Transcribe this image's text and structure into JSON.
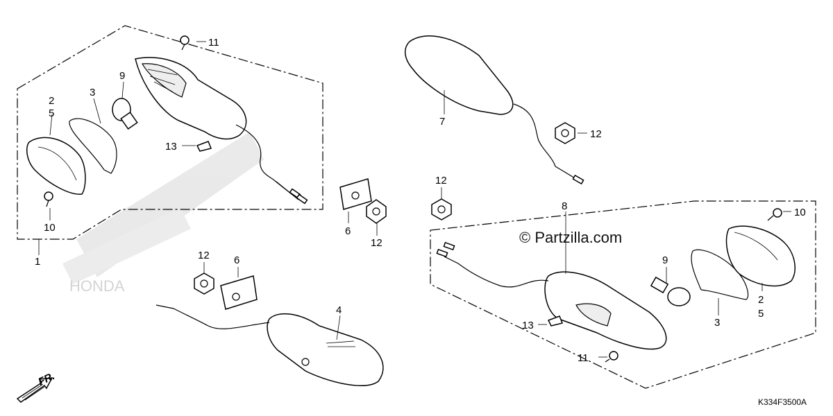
{
  "callouts": {
    "c1": "1",
    "c2": "2",
    "c5": "5",
    "c3": "3",
    "c9": "9",
    "c10": "10",
    "c11": "11",
    "c13": "13",
    "c6a": "6",
    "c12a": "12",
    "c12b": "12",
    "c6b": "6",
    "c4": "4",
    "c7": "7",
    "c12c": "12",
    "c12d": "12",
    "c8": "8",
    "c10r": "10",
    "c9r": "9",
    "c3r": "3",
    "c2r": "2",
    "c5r": "5",
    "c13r": "13",
    "c11r": "11"
  },
  "watermark": "© Partzilla.com",
  "front_marker": "FR.",
  "diagram_code": "K334F3500A"
}
